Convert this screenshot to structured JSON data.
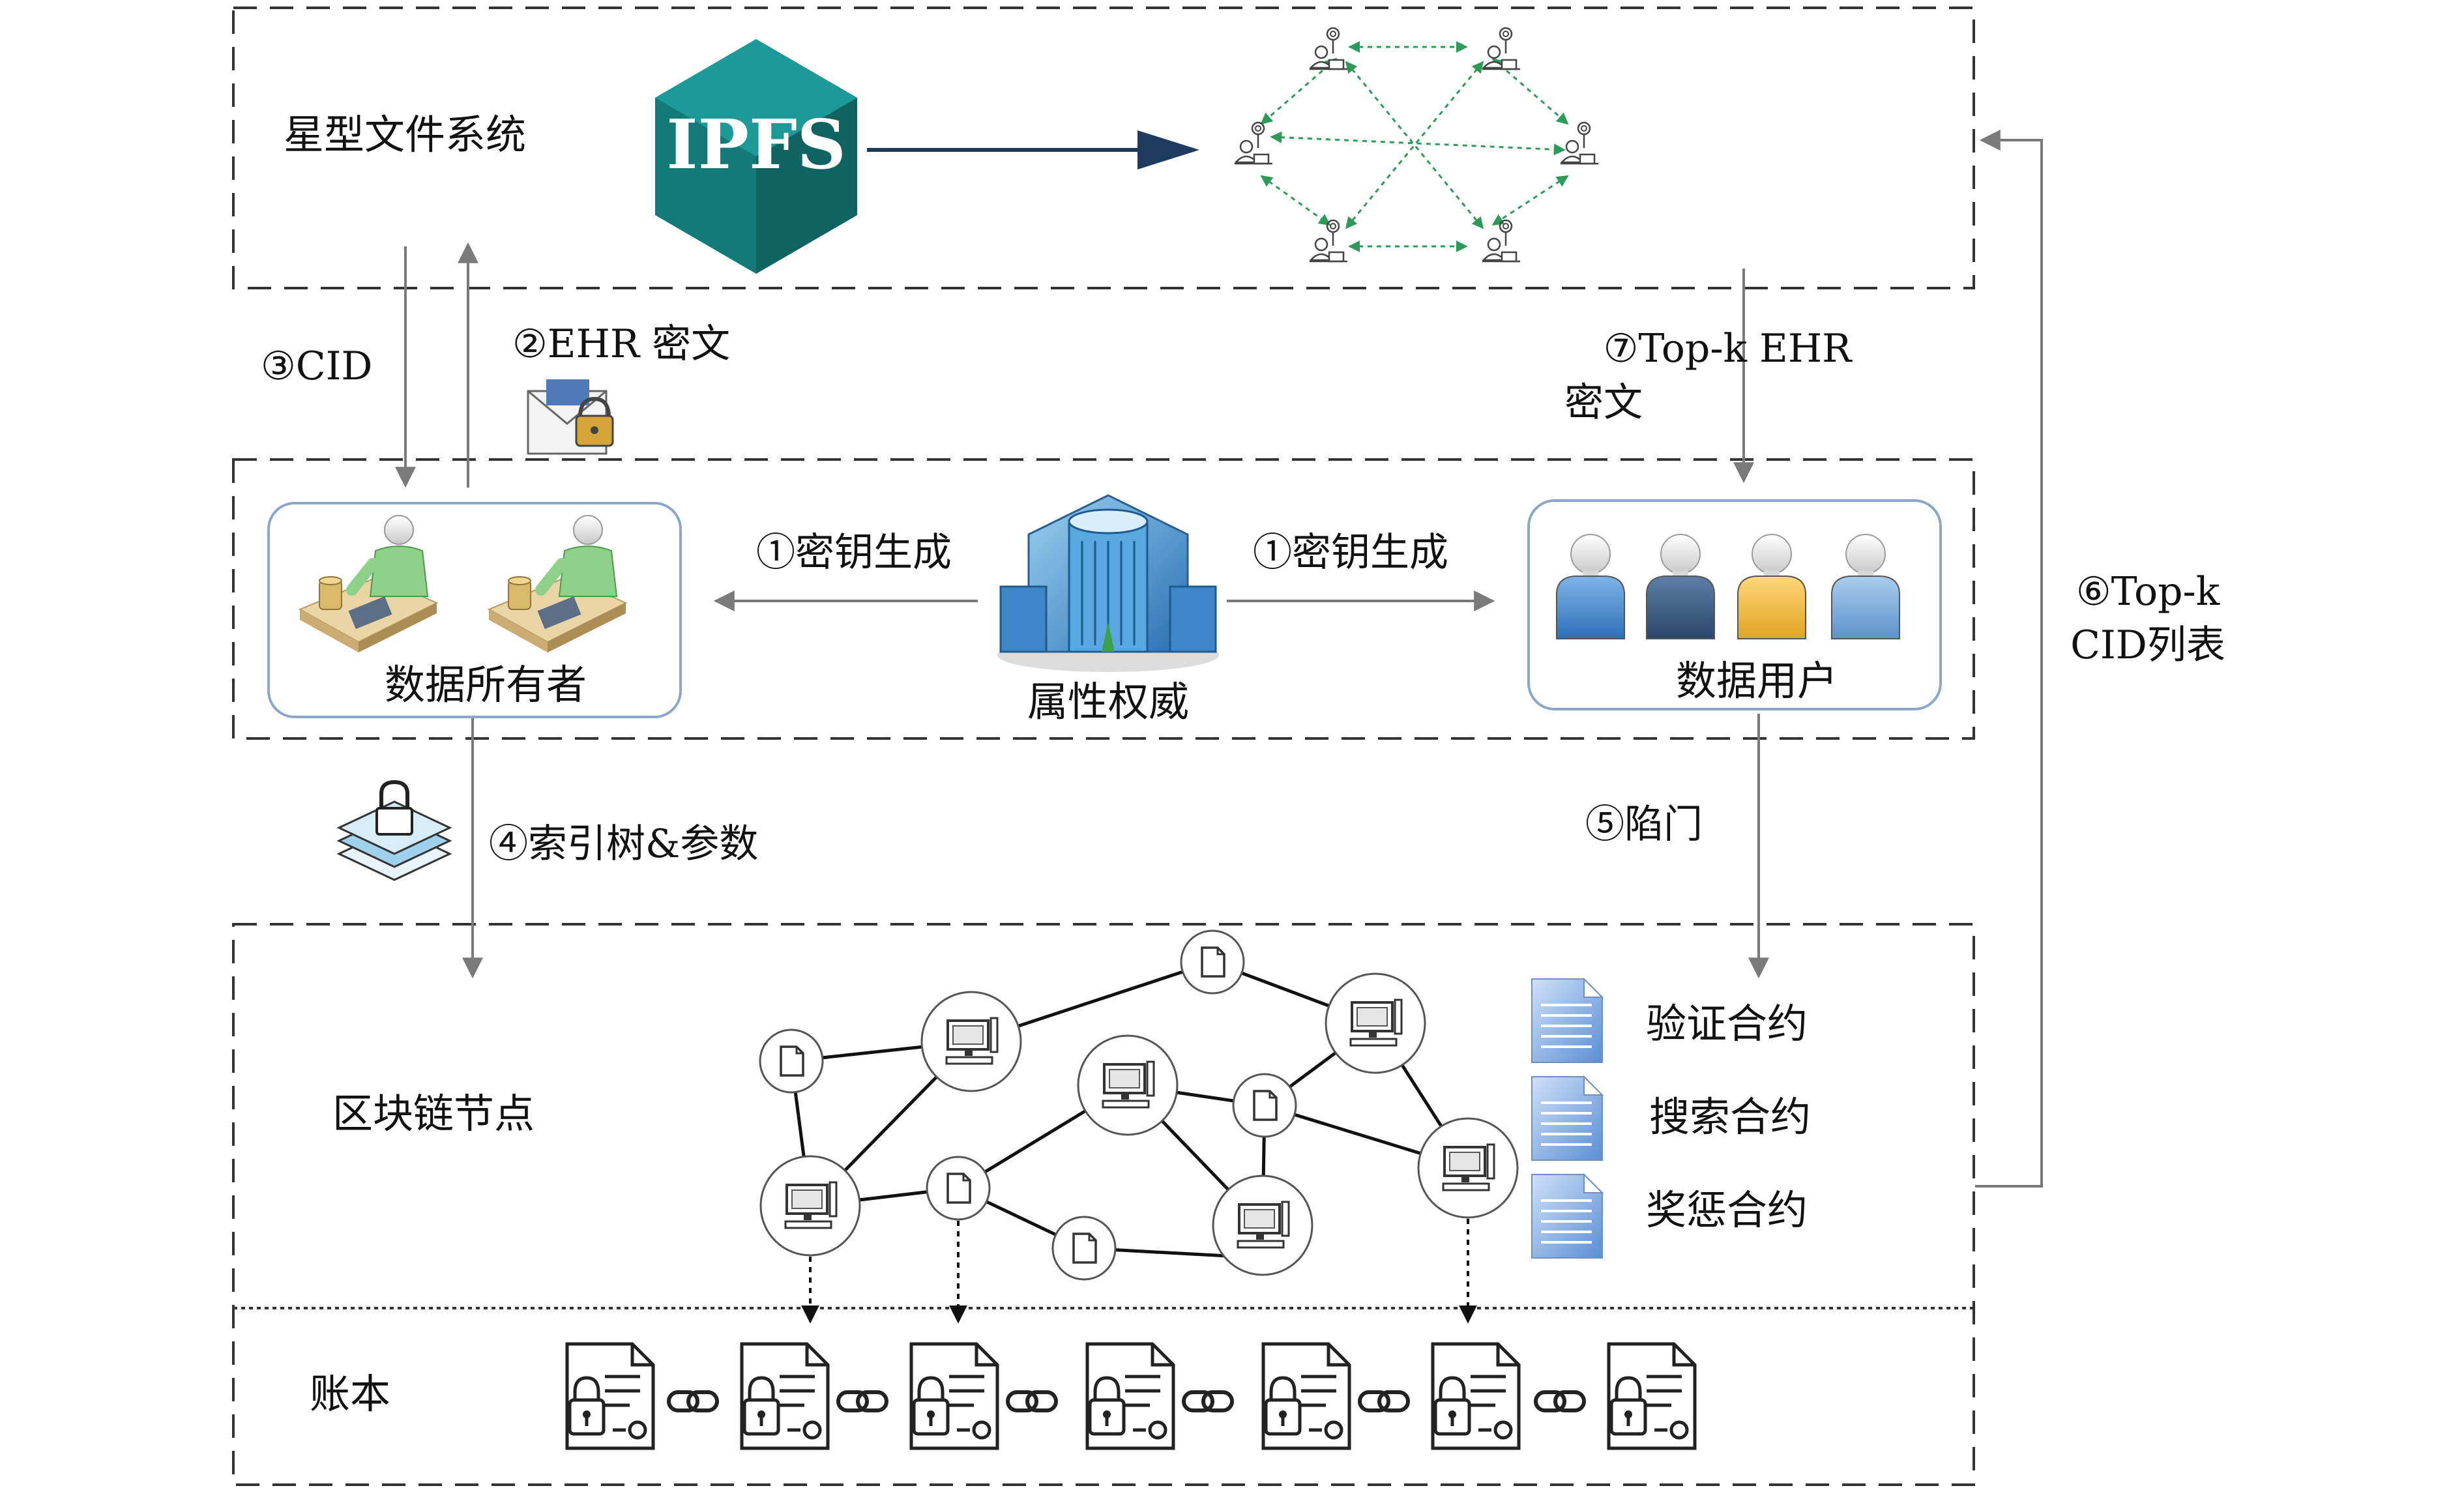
{
  "sections": {
    "ipfs_layer": "星型文件系统",
    "blockchain_layer": "区块链节点",
    "ledger_layer": "账本"
  },
  "ipfs_logo": "IPFS",
  "entities": {
    "data_owner": "数据所有者",
    "attribute_authority": "属性权威",
    "data_user": "数据用户"
  },
  "steps": {
    "key_gen_left": "①密钥生成",
    "key_gen_right": "①密钥生成",
    "ehr_cipher": "②EHR 密文",
    "cid": "③CID",
    "index_tree": "④索引树&参数",
    "trapdoor": "⑤陷门",
    "topk_cid_line1": "⑥Top-k",
    "topk_cid_line2": "CID列表",
    "topk_ehr_line1": "⑦Top-k EHR",
    "topk_ehr_line2": "密文"
  },
  "contracts": [
    "验证合约",
    "搜索合约",
    "奖惩合约"
  ],
  "colors": {
    "ipfs_teal": "#137a78",
    "arrow_navy": "#1f3a5f",
    "p2p_green": "#2e9a5a",
    "panel_border": "#8aa6c8",
    "doc_blue": "#5b8fd6"
  },
  "icons": {
    "ipfs_logo": "teal-hexagon-cube",
    "p2p_nodes": "user-with-antenna-icon",
    "owner_figures": "person-at-desk-icon",
    "authority": "office-building-icon",
    "users": "person-bust-icon",
    "network_nodes": [
      "computer-icon",
      "document-icon"
    ],
    "contracts": "document-icon",
    "ledger_blocks": "locked-document-icon",
    "ledger_links": "chain-link-icon"
  }
}
